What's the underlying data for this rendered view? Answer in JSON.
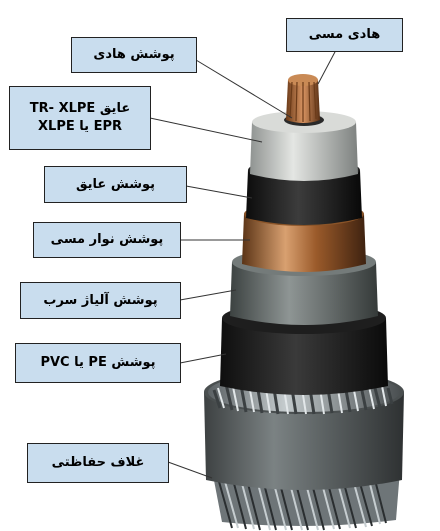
{
  "labels": {
    "copper_conductor": "هادی مسی",
    "conductor_shield": "پوشش هادی",
    "insulation_line1": "عایق TR- XLPE",
    "insulation_line2": "EPR یا XLPE",
    "insulation_shield": "پوشش عایق",
    "copper_tape": "پوشش نوار مسی",
    "lead_sheath": "پوشش آلیاژ سرب",
    "pe_pvc_sheath": "پوشش PE یا PVC",
    "protective_jacket": "غلاف حفاظتی"
  },
  "colors": {
    "label_fill": "#c9ddee",
    "copper": "#b8743f",
    "insulation": "#c9ccc8",
    "semicon": "#1c1c1c",
    "lead": "#6d7472",
    "armor_wire": "#9aa3a5"
  }
}
